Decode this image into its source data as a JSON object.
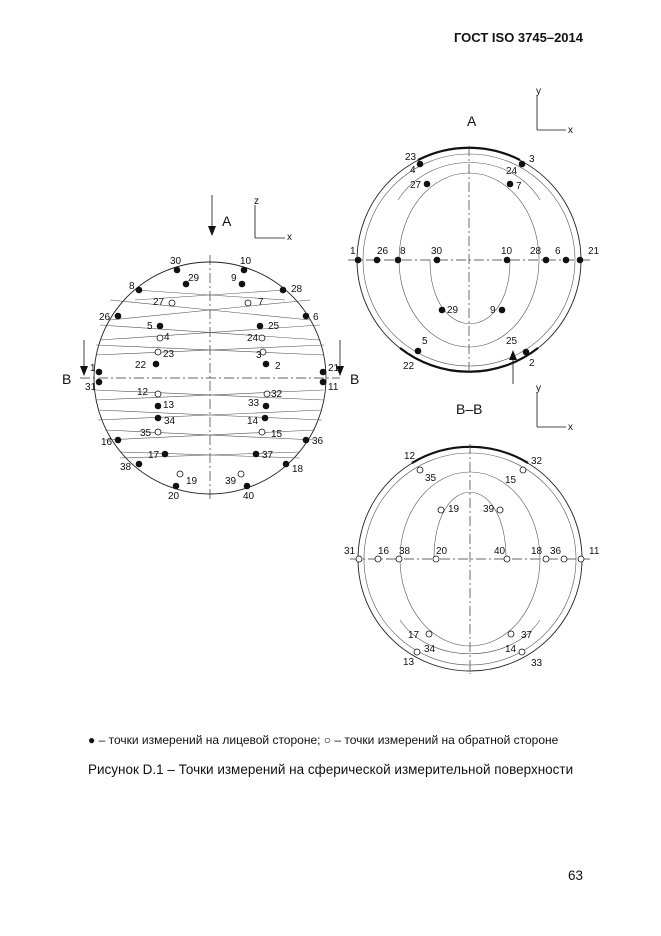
{
  "header": "ГОСТ ISO 3745–2014",
  "legend": "● – точки измерений на лицевой стороне; ○ – точки измерений на обратной стороне",
  "caption": "Рисунок D.1 – Точки измерений на сферической измерительной поверхности",
  "page_number": "63",
  "views": {
    "view_a_label": "A",
    "section_bb_label": "B–B",
    "section_marker": "B",
    "axes": {
      "x": "x",
      "y": "y",
      "z": "z"
    }
  }
}
